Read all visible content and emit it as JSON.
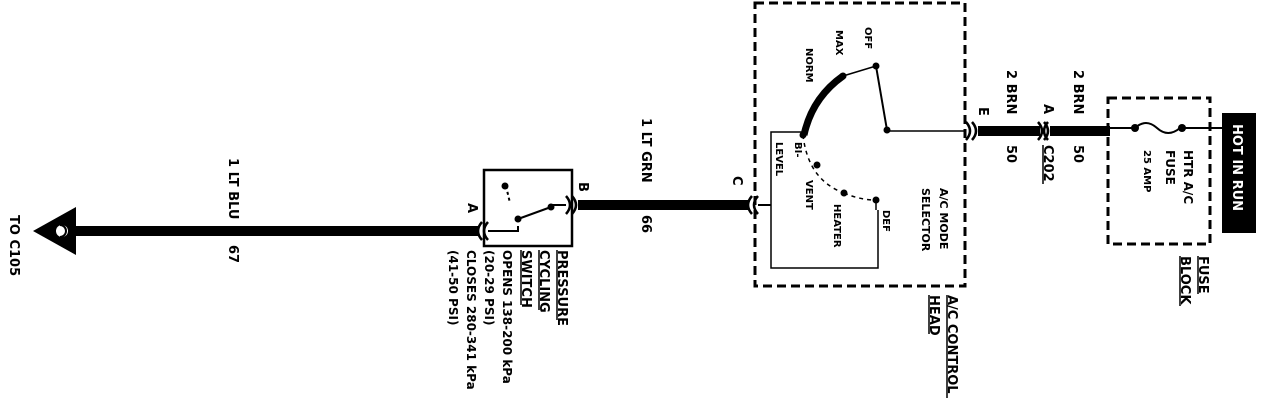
{
  "connector_label": "TO C105",
  "wires": {
    "left": {
      "color": "1 LT BLU",
      "circuit": "67"
    },
    "middle": {
      "color": "1 LT GRN",
      "circuit": "66"
    },
    "right_inner": {
      "color": "2 BRN",
      "circuit": "50"
    },
    "right_outer": {
      "color": "2 BRN",
      "circuit": "50"
    }
  },
  "pressure_switch": {
    "title_lines": [
      "PRESSURE",
      "CYCLING",
      "SWITCH"
    ],
    "spec_lines": [
      "OPENS 138-200 kPa",
      "(20-29 PSI)",
      "CLOSES 280-341 kPa",
      "(41-50 PSI)"
    ],
    "pin_a": "A",
    "pin_b": "B"
  },
  "control_head": {
    "title": "A/C CONTROL",
    "subtitle": "HEAD",
    "pin_c": "C",
    "pin_e": "E",
    "selector_lines": [
      "A/C MODE",
      "SELECTOR"
    ],
    "positions": [
      "OFF",
      "MAX",
      "NORM",
      "BI-",
      "LEVEL",
      "VENT",
      "HEATER",
      "DEF"
    ]
  },
  "connector_c202": {
    "pin": "A",
    "name": "C202"
  },
  "fuse_block": {
    "title": "FUSE",
    "subtitle": "BLOCK",
    "fuse_name_lines": [
      "HTR A/C",
      "FUSE"
    ],
    "fuse_rating": "25 AMP"
  },
  "hot_label": "HOT IN RUN"
}
